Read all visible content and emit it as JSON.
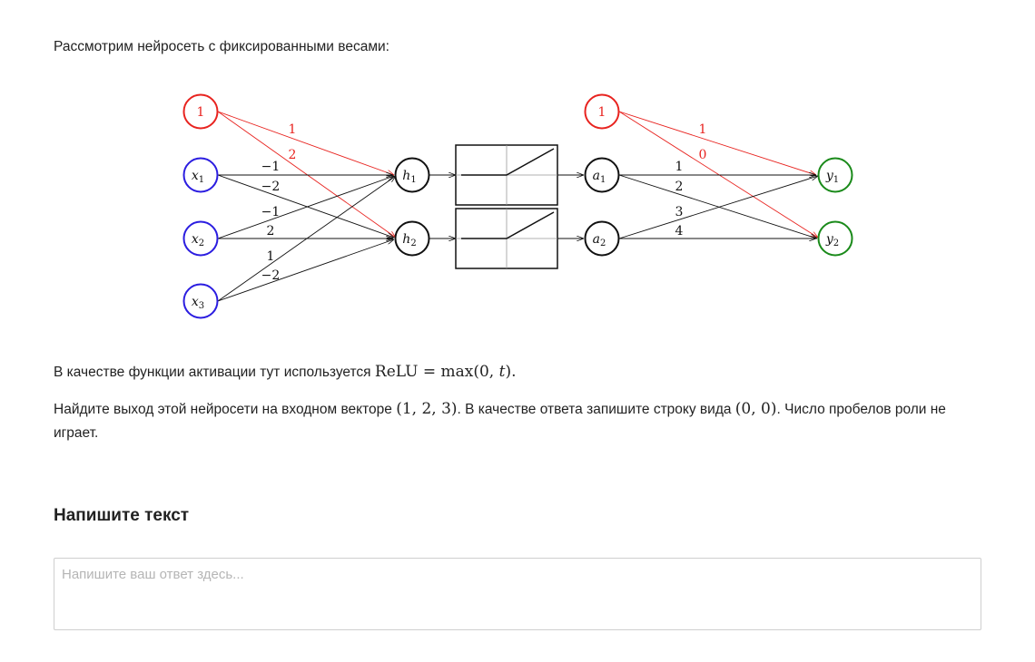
{
  "intro_text": "Рассмотрим нейросеть с фиксированными весами:",
  "network": {
    "input_bias": "1",
    "inputs": [
      {
        "base": "x",
        "sub": "1"
      },
      {
        "base": "x",
        "sub": "2"
      },
      {
        "base": "x",
        "sub": "3"
      }
    ],
    "hidden": [
      {
        "base": "h",
        "sub": "1"
      },
      {
        "base": "h",
        "sub": "2"
      }
    ],
    "activated_bias": "1",
    "activated": [
      {
        "base": "a",
        "sub": "1"
      },
      {
        "base": "a",
        "sub": "2"
      }
    ],
    "outputs": [
      {
        "base": "y",
        "sub": "1"
      },
      {
        "base": "y",
        "sub": "2"
      }
    ],
    "layer1_weights": {
      "bias_to_h1": "1",
      "bias_to_h2": "2",
      "x1_to_h1": "−1",
      "x1_to_h2": "−2",
      "x2_to_h1": "−1",
      "x2_to_h2": "2",
      "x3_to_h1": "1",
      "x3_to_h2": "−2"
    },
    "layer2_weights": {
      "bias_to_y1": "1",
      "bias_to_y2": "0",
      "a1_to_y1": "1",
      "a1_to_y2": "2",
      "a2_to_y1": "3",
      "a2_to_y2": "4"
    },
    "colors": {
      "bias": "#e8231f",
      "input": "#2b1de0",
      "hidden": "#111111",
      "output": "#1a8a1a"
    }
  },
  "activation_text": {
    "before": "В качестве функции активации тут используется ",
    "math_func": "ReLU",
    "math_eq": " = max(0, ",
    "math_var": "t",
    "math_close": ")",
    "after": "."
  },
  "task_text": {
    "part1": "Найдите выход этой нейросети на входном векторе ",
    "vector": "(1, 2, 3)",
    "part2": ". В качестве ответа запишите строку вида ",
    "format": "(0, 0)",
    "part3": ". Число пробелов роли не играет."
  },
  "answer_section": {
    "title": "Напишите текст",
    "placeholder": "Напишите ваш ответ здесь..."
  }
}
